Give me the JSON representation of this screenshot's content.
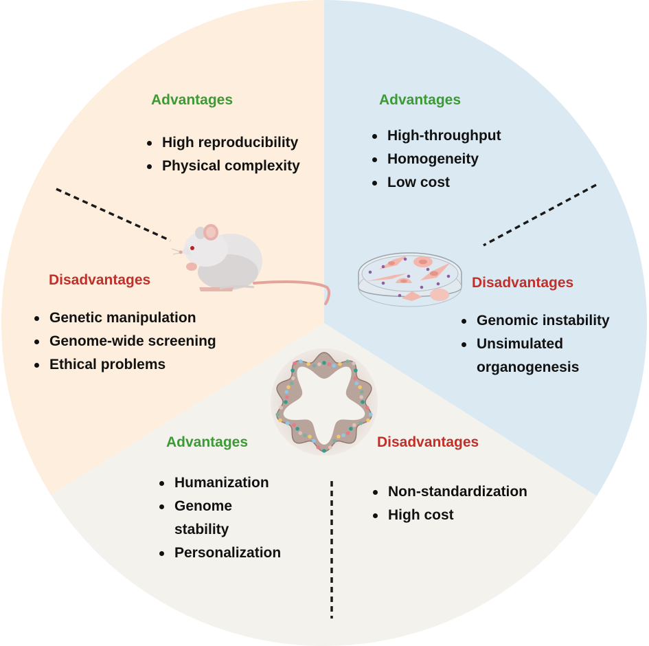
{
  "colors": {
    "animal_sector": "#fdeedd",
    "cell_sector": "#dbeaf2",
    "organoid_sector": "#f4f2ed",
    "advantages": "#3c9a35",
    "disadvantages": "#c0302b",
    "text": "#111111"
  },
  "sectors": {
    "animal": {
      "icon": "mouse-icon",
      "advantages_heading": "Advantages",
      "advantages": [
        "High reproducibility",
        "Physical complexity"
      ],
      "disadvantages_heading": "Disadvantages",
      "disadvantages": [
        "Genetic manipulation",
        "Genome-wide screening",
        "Ethical problems"
      ]
    },
    "cell_culture": {
      "icon": "petri-dish-icon",
      "advantages_heading": "Advantages",
      "advantages": [
        "High-throughput",
        "Homogeneity",
        "Low cost"
      ],
      "disadvantages_heading": "Disadvantages",
      "disadvantages": [
        "Genomic instability",
        [
          "Unsimulated",
          "organogenesis"
        ]
      ]
    },
    "organoid": {
      "icon": "organoid-icon",
      "advantages_heading": "Advantages",
      "advantages": [
        "Humanization",
        [
          "Genome",
          "stability"
        ],
        "Personalization"
      ],
      "disadvantages_heading": "Disadvantages",
      "disadvantages": [
        "Non-standardization",
        "High cost"
      ]
    }
  }
}
